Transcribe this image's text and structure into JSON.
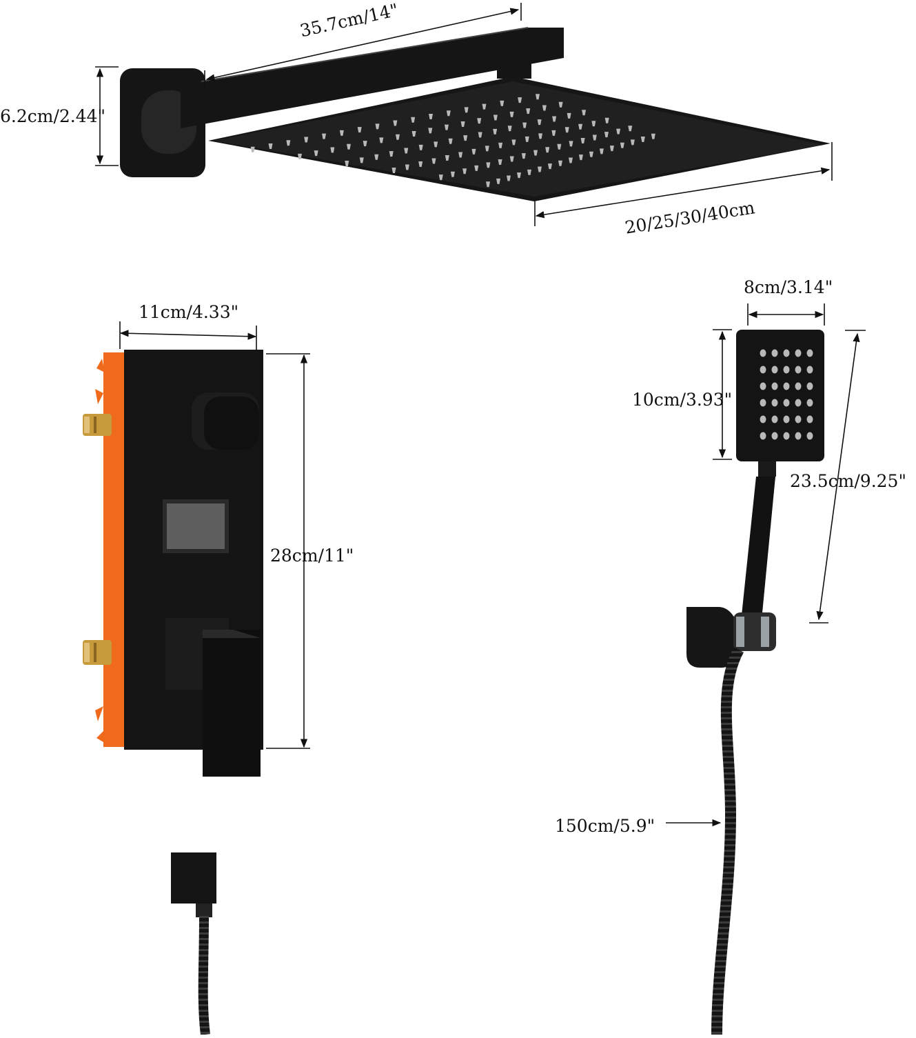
{
  "colors": {
    "product": "#151515",
    "product_highlight": "#3a3a3a",
    "nozzle": "#b9b9b9",
    "valve_box": "#f06a1c",
    "brass": "#c79a3c",
    "dimension_line": "#111111",
    "background": "#ffffff"
  },
  "components": {
    "shower_head": {
      "name": "square-rain-shower-head-with-wall-arm",
      "arm_length": "35.7cm/14\"",
      "wall_plate_height": "6.2cm/2.44\"",
      "head_sizes": "20/25/30/40cm"
    },
    "valve": {
      "name": "concealed-mixer-valve-with-diverter",
      "width": "11cm/4.33\"",
      "height": "28cm/11\""
    },
    "hand_shower": {
      "name": "square-hand-shower",
      "head_width": "8cm/3.14\"",
      "head_height": "10cm/3.93\"",
      "total_length": "23.5cm/9.25\""
    },
    "hose": {
      "name": "shower-hose",
      "length": "150cm/5.9\""
    },
    "water_outlet": {
      "name": "square-wall-water-outlet"
    }
  }
}
